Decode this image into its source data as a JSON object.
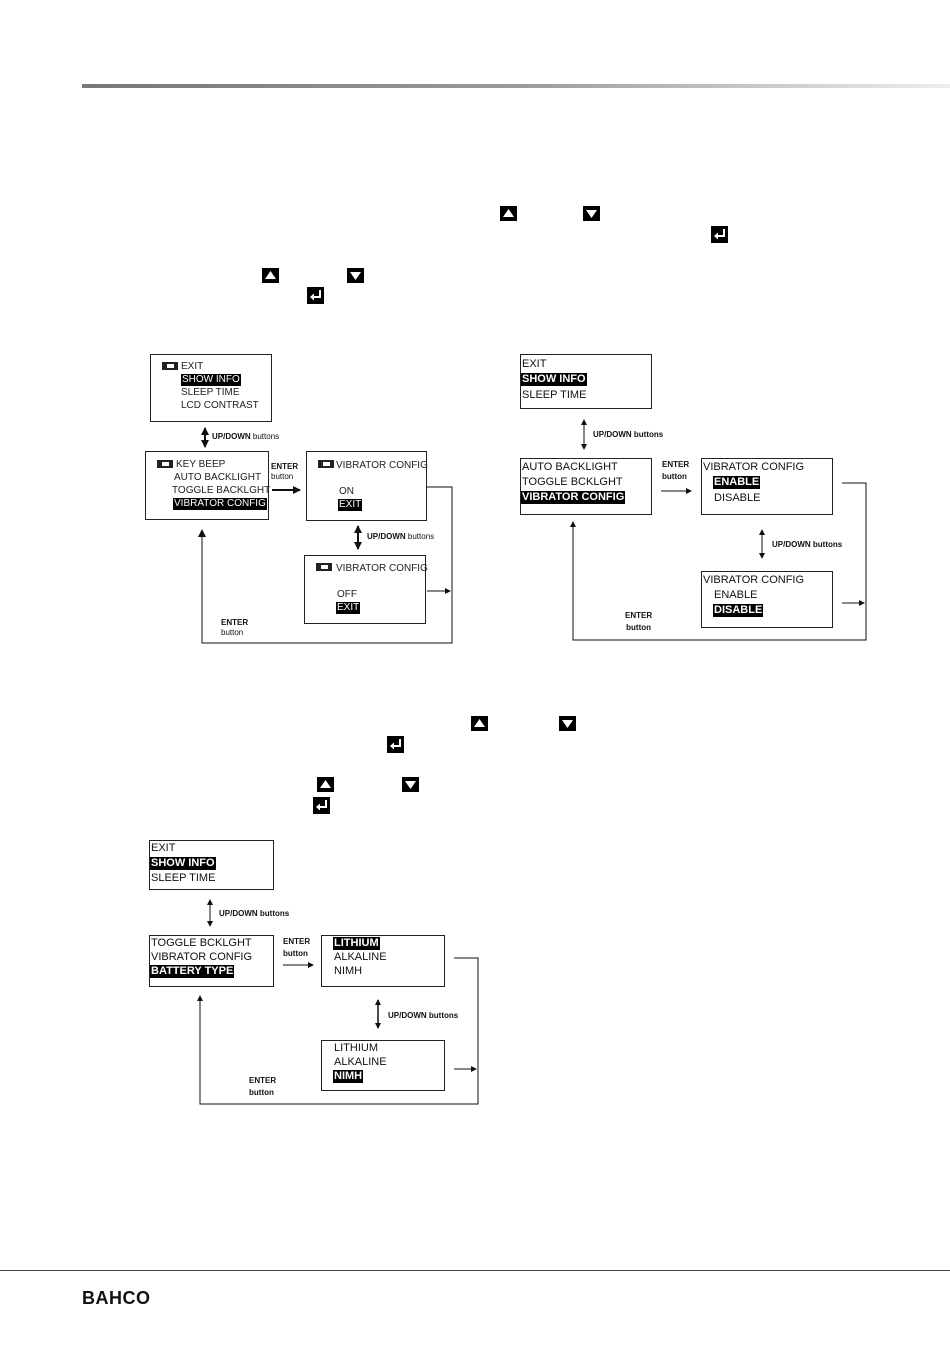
{
  "diagram1": {
    "screen_exit": {
      "lines": [
        "EXIT",
        "SHOW INFO",
        "SLEEP TIME",
        "LCD CONTRAST"
      ],
      "selected": "SHOW INFO"
    },
    "screen_menu": {
      "lines": [
        "KEY BEEP",
        "AUTO BACKLIGHT",
        "TOGGLE BACKLGHT",
        "VIBRATOR CONFIG"
      ],
      "selected": "VIBRATOR CONFIG"
    },
    "screen_on": {
      "title": "VIBRATOR CONFIG",
      "lines": [
        "ON",
        "EXIT"
      ],
      "selected": "EXIT"
    },
    "screen_off": {
      "title": "VIBRATOR CONFIG",
      "lines": [
        "OFF",
        "EXIT"
      ],
      "selected": "EXIT"
    },
    "updown_label": {
      "bold": "UP/DOWN",
      "rest": " buttons"
    },
    "updown_label2": {
      "bold": "UP/DOWN",
      "rest": " buttons"
    },
    "enter_label": {
      "bold": "ENTER",
      "rest": "button"
    },
    "enter_label2": {
      "bold": "ENTER",
      "rest": "button"
    }
  },
  "diagram2": {
    "screen_exit": {
      "lines": [
        "EXIT",
        "SHOW INFO",
        "SLEEP TIME"
      ],
      "selected": "SHOW INFO"
    },
    "screen_menu": {
      "lines": [
        "AUTO BACKLIGHT",
        "TOGGLE BCKLGHT",
        "VIBRATOR CONFIG"
      ],
      "selected": "VIBRATOR CONFIG"
    },
    "screen_enable": {
      "title": "VIBRATOR CONFIG",
      "lines": [
        "ENABLE",
        "DISABLE"
      ],
      "selected": "ENABLE"
    },
    "screen_disable": {
      "title": "VIBRATOR CONFIG",
      "lines": [
        "ENABLE",
        "DISABLE"
      ],
      "selected": "DISABLE"
    },
    "updown_label": "UP/DOWN buttons",
    "updown_label2": "UP/DOWN buttons",
    "enter_label": {
      "line1": "ENTER",
      "line2": "button"
    },
    "enter_label2": {
      "line1": "ENTER",
      "line2": "button"
    }
  },
  "diagram3": {
    "screen_exit": {
      "lines": [
        "EXIT",
        "SHOW INFO",
        "SLEEP TIME"
      ],
      "selected": "SHOW INFO"
    },
    "screen_menu": {
      "lines": [
        "TOGGLE BCKLGHT",
        "VIBRATOR CONFIG",
        "BATTERY TYPE"
      ],
      "selected": "BATTERY TYPE"
    },
    "screen_lithium": {
      "lines": [
        "LITHIUM",
        "ALKALINE",
        "NIMH"
      ],
      "selected": "LITHIUM"
    },
    "screen_nimh": {
      "lines": [
        "LITHIUM",
        "ALKALINE",
        "NIMH"
      ],
      "selected": "NIMH"
    },
    "updown_label": "UP/DOWN buttons",
    "updown_label2": "UP/DOWN buttons",
    "enter_label": {
      "line1": "ENTER",
      "line2": "button"
    },
    "enter_label2": {
      "line1": "ENTER",
      "line2": "button"
    }
  },
  "icons": [
    "up-button-icon",
    "down-button-icon",
    "enter-button-icon"
  ],
  "footer": {
    "logo": "BAHCO"
  }
}
